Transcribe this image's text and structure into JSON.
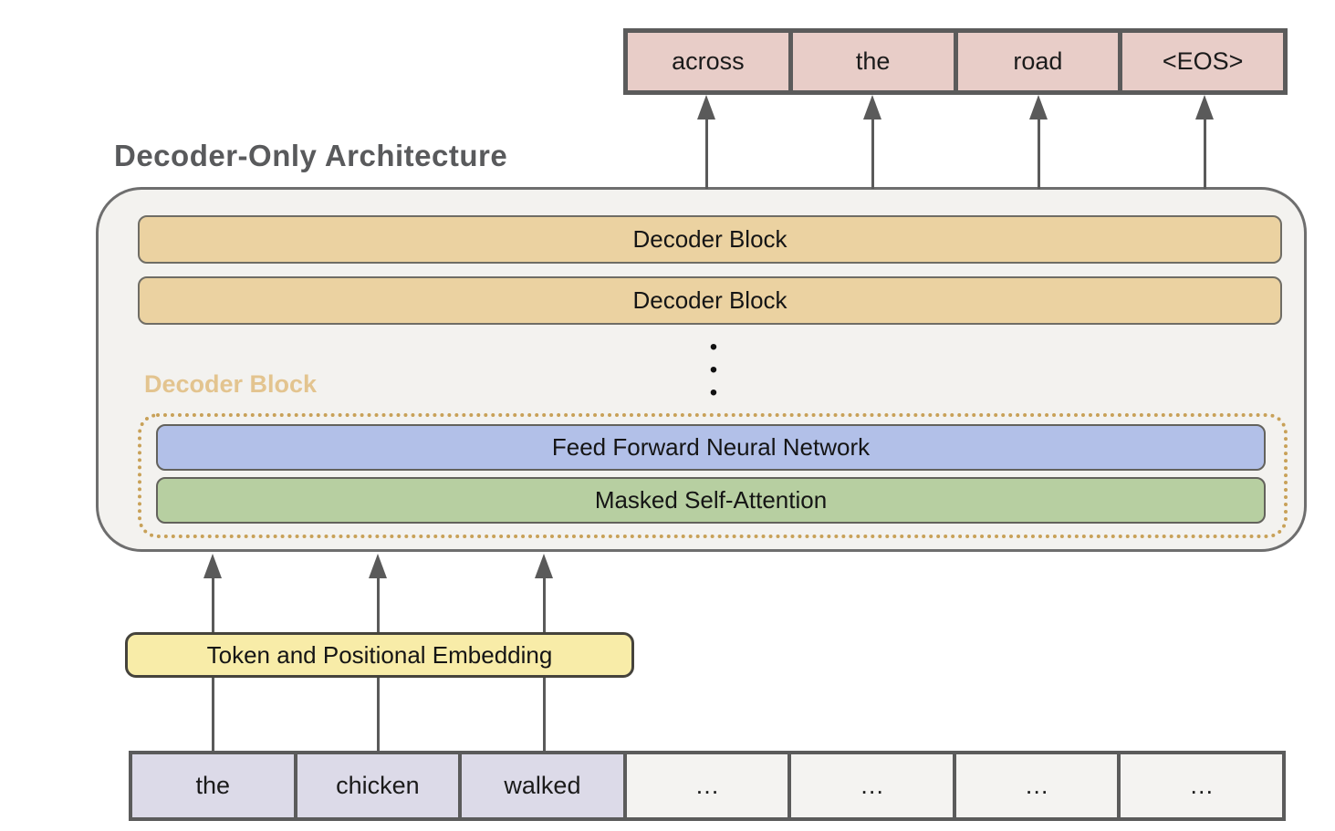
{
  "title": "Decoder-Only Architecture",
  "output_row": {
    "cells": [
      "across",
      "the",
      "road",
      "<EOS>"
    ]
  },
  "decoder": {
    "stack_blocks": [
      {
        "label": "Decoder Block"
      },
      {
        "label": "Decoder Block"
      }
    ],
    "ellipsis": "•\n•\n•",
    "detail_label": "Decoder Block",
    "ffn_label": "Feed Forward Neural Network",
    "attention_label": "Masked Self-Attention"
  },
  "embedding": {
    "label": "Token and Positional Embedding"
  },
  "input_row": {
    "cells": [
      "the",
      "chicken",
      "walked",
      "…",
      "…",
      "…",
      "…"
    ]
  },
  "palette": {
    "output_cell": "#e8cdc8",
    "decoder_block_bar": "#ebd2a1",
    "ffn_bar": "#b2c0e8",
    "attention_bar": "#b7cfa1",
    "embedding_box": "#f8eca8",
    "input_token_cell": "#dcdae8",
    "input_placeholder_cell": "#f4f3f1",
    "container_fill": "#f3f2ef",
    "dotted_border": "#c8a158",
    "arrow": "#5a5a5a",
    "title_text": "#595a5c",
    "detail_label_text": "#e3c48f"
  }
}
